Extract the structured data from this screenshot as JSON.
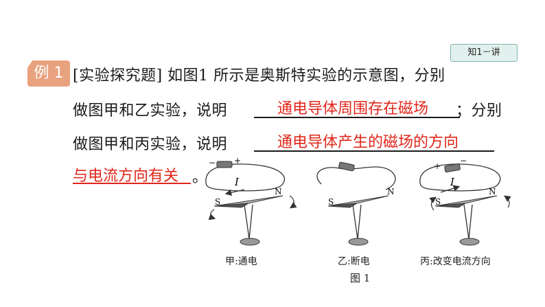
{
  "badge": "知1－讲",
  "tag": "例 1",
  "question": {
    "line1": "[实验探究题] 如图1 所示是奥斯特实验的示意图，分别",
    "line2_prefix": "做图甲和乙实验，说明",
    "line2_suffix": "；分别",
    "line3_prefix": "做图甲和丙实验，说明",
    "line4_suffix": "。"
  },
  "answers": {
    "a1": "通电导体周围存在磁场",
    "a2_part1": "通电导体产生的磁场的方向",
    "a2_part2": "与电流方向有关"
  },
  "figure": {
    "captions": [
      "甲:通电",
      "乙:断电",
      "丙:改变电流方向"
    ],
    "title": "图 1",
    "labels": {
      "current": "I",
      "north": "N",
      "south": "S",
      "plus": "+",
      "minus": "−"
    }
  }
}
